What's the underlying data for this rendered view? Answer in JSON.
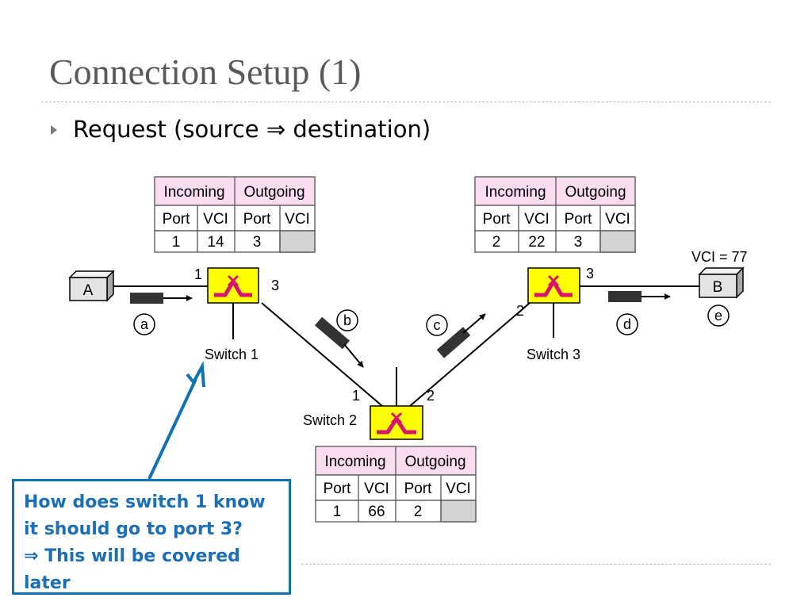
{
  "slide": {
    "title": "Connection Setup (1)",
    "bullet": "Request (source ⇒ destination)"
  },
  "diagram": {
    "table_headers": {
      "incoming": "Incoming",
      "outgoing": "Outgoing",
      "port": "Port",
      "vci": "VCI"
    },
    "tables": [
      {
        "in_port": "1",
        "in_vci": "14",
        "out_port": "3",
        "out_vci": ""
      },
      {
        "in_port": "1",
        "in_vci": "66",
        "out_port": "2",
        "out_vci": ""
      },
      {
        "in_port": "2",
        "in_vci": "22",
        "out_port": "3",
        "out_vci": ""
      }
    ],
    "hosts": {
      "a": "A",
      "b": "B"
    },
    "vci_label": "VCI = 77",
    "switch_labels": {
      "s1": "Switch 1",
      "s2": "Switch 2",
      "s3": "Switch 3"
    },
    "ports": {
      "s1_in": "1",
      "s1_out": "3",
      "s2_in": "1",
      "s2_out": "2",
      "s3_in": "2",
      "s3_out": "3"
    },
    "steps": {
      "a": "a",
      "b": "b",
      "c": "c",
      "d": "d",
      "e": "e"
    }
  },
  "note": {
    "line1": "How does switch 1 know",
    "line2": "it should go to port 3?",
    "line3": "⇒ This will be covered",
    "line4": "later"
  },
  "colors": {
    "table_header_bg": "#fadcf0",
    "empty_cell_bg": "#d3d3d3",
    "switch_fill": "#ffff00",
    "switch_symbol": "#d6166e",
    "host_fill": "#e4e4e4",
    "note_blue": "#0e72b5"
  }
}
